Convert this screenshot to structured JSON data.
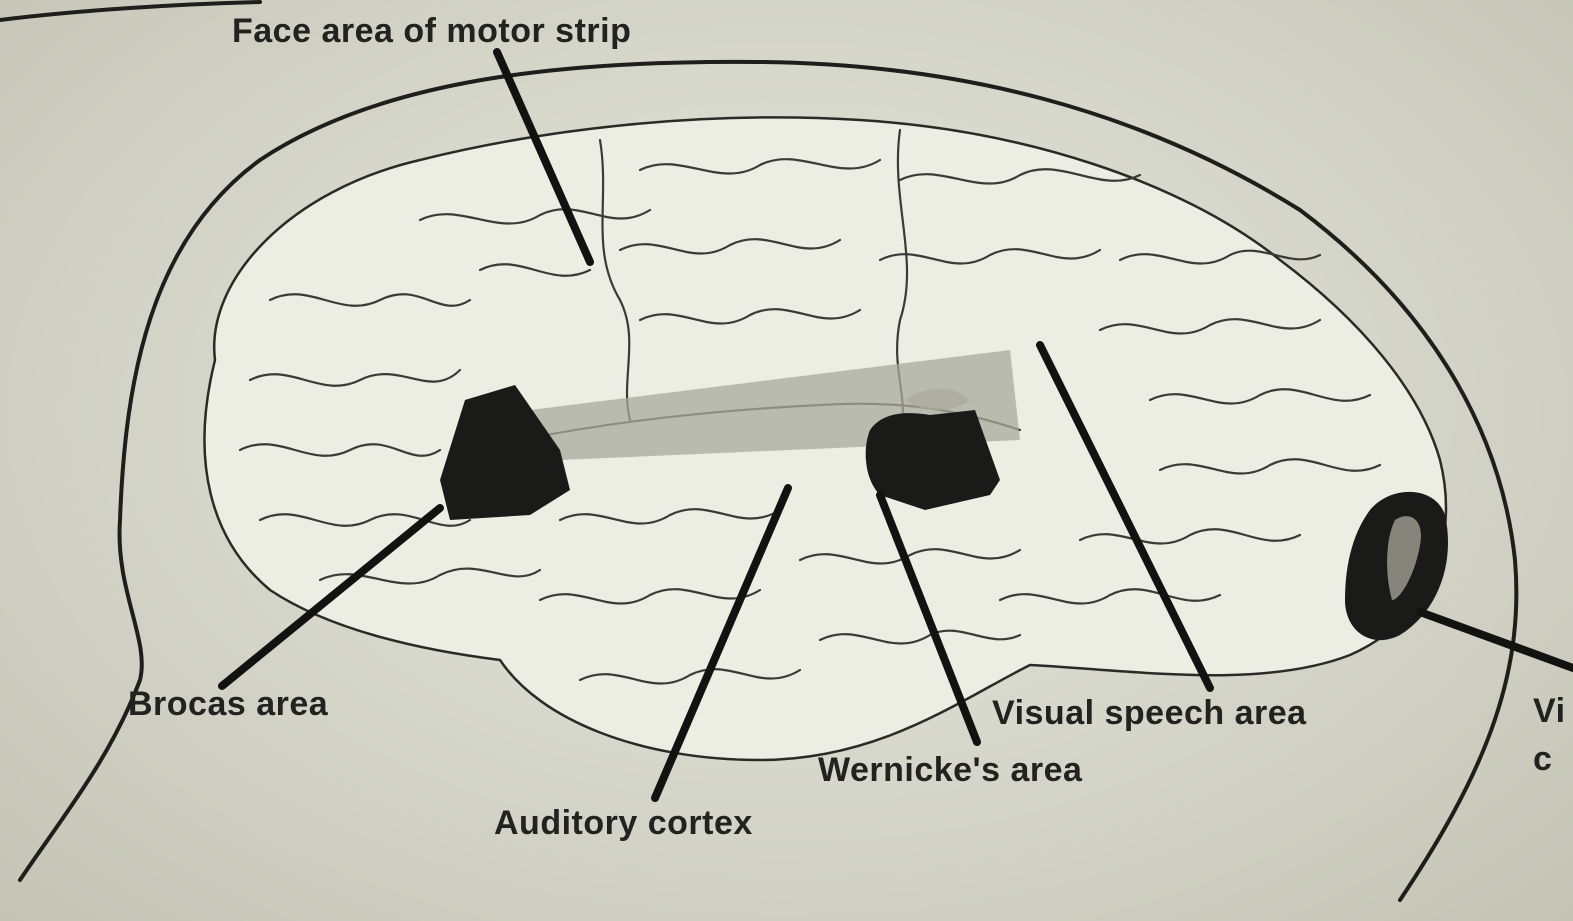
{
  "labels": {
    "face_area": "Face area of motor strip",
    "brocas_area": "Brocas area",
    "auditory_cortex": "Auditory cortex",
    "wernickes_area": "Wernicke's area",
    "visual_speech_area": "Visual speech area",
    "cut_off_line1": "Vi",
    "cut_off_line2": "c"
  },
  "colors": {
    "paper": "#d8d9cd",
    "ink": "#1a1b18",
    "brain_fill": "#ecede3",
    "band": "#a9aa9e"
  }
}
